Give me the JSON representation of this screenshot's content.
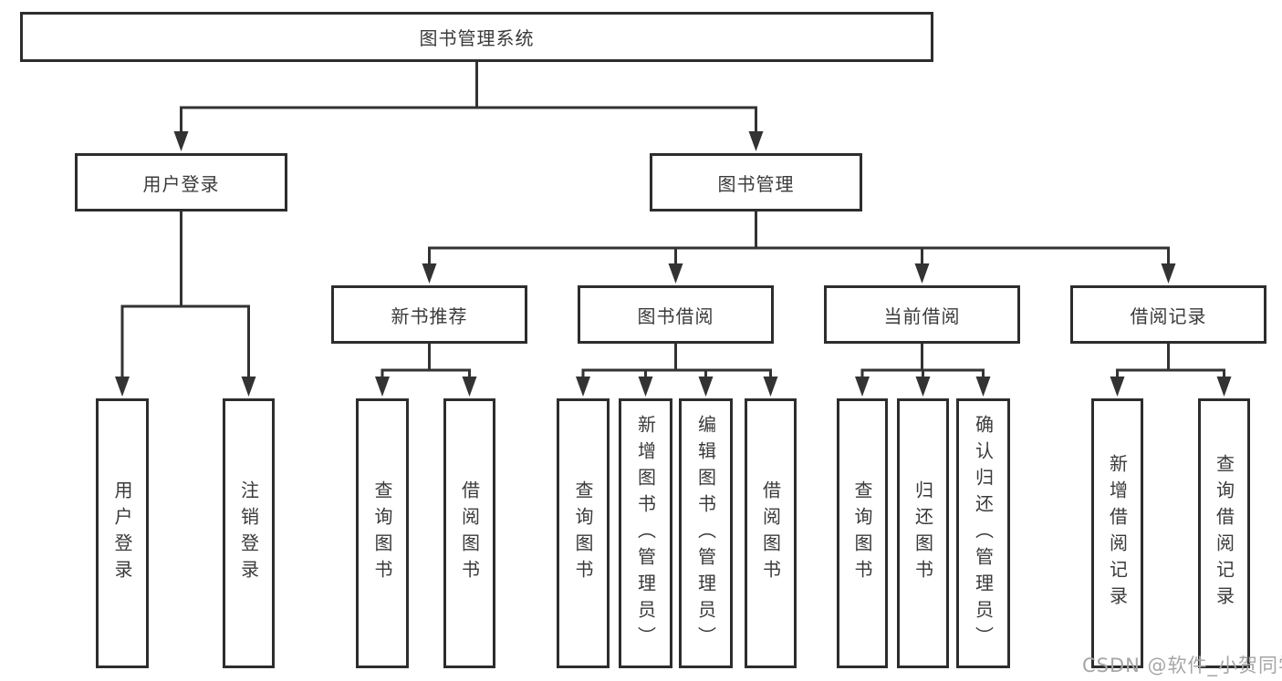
{
  "title": {
    "label": "图书管理系统"
  },
  "level2": {
    "user_login": {
      "label": "用户登录"
    },
    "book_management": {
      "label": "图书管理"
    }
  },
  "level3": {
    "new_book_recommend": {
      "label": "新书推荐"
    },
    "book_borrow": {
      "label": "图书借阅"
    },
    "current_borrow": {
      "label": "当前借阅"
    },
    "borrow_records": {
      "label": "借阅记录"
    }
  },
  "leaves": {
    "user_login_login": {
      "label": "用户登录"
    },
    "user_login_logout": {
      "label": "注销登录"
    },
    "recommend_query": {
      "label": "查询图书"
    },
    "recommend_borrow": {
      "label": "借阅图书"
    },
    "borrow_query": {
      "label": "查询图书"
    },
    "borrow_add": {
      "label": "新增图书（管理员）"
    },
    "borrow_edit": {
      "label": "编辑图书（管理员）"
    },
    "borrow_borrow": {
      "label": "借阅图书"
    },
    "current_query": {
      "label": "查询图书"
    },
    "current_return": {
      "label": "归还图书"
    },
    "current_confirm": {
      "label": "确认归还（管理员）"
    },
    "records_add": {
      "label": "新增借阅记录"
    },
    "records_query": {
      "label": "查询借阅记录"
    }
  },
  "watermark": {
    "text": "CSDN @软件_小贺同学"
  },
  "colors": {
    "line": "#333333",
    "box_border": "#2d2d2d",
    "text": "#3a3a3a",
    "watermark": "#a6a6a6",
    "background": "#ffffff"
  }
}
